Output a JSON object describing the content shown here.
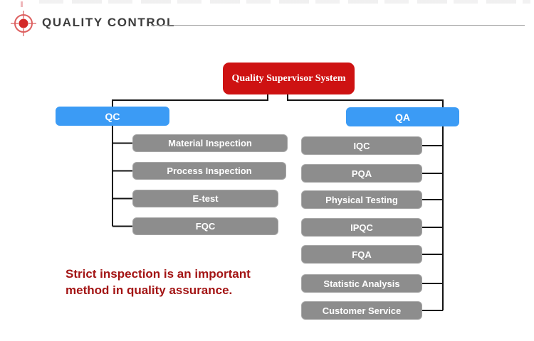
{
  "header": {
    "title": "QUALITY CONTROL",
    "icon": "target-crosshair-icon",
    "title_color": "#3c3c3c",
    "rule_color": "#979797",
    "icon_red": "#d42a2a"
  },
  "org_chart": {
    "root": {
      "label": "Quality Supervisor System",
      "color": "#ce1212",
      "text_color": "#ffffff"
    },
    "branch_color": "#3b9bf5",
    "leaf_color": "#8d8d8d",
    "line_color": "#111111",
    "branches": [
      {
        "label": "QC",
        "children": [
          "Material Inspection",
          "Process Inspection",
          "E-test",
          "FQC"
        ]
      },
      {
        "label": "QA",
        "children": [
          "IQC",
          "PQA",
          "Physical Testing",
          "IPQC",
          "FQA",
          "Statistic Analysis",
          "Customer Service"
        ]
      }
    ]
  },
  "caption": {
    "line1": "Strict inspection is an important",
    "line2": "method in quality assurance.",
    "color": "#a31414"
  }
}
